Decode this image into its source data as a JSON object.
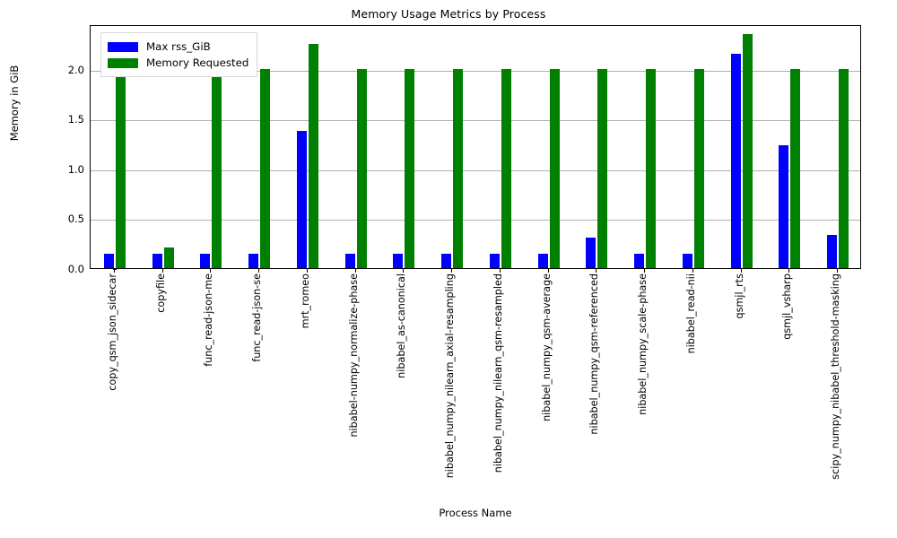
{
  "chart_data": {
    "type": "bar",
    "title": "Memory Usage Metrics by Process",
    "xlabel": "Process Name",
    "ylabel": "Memory in GiB",
    "ylim": [
      0.0,
      2.45
    ],
    "yticks": [
      "0.0",
      "0.5",
      "1.0",
      "1.5",
      "2.0"
    ],
    "ytick_values": [
      0.0,
      0.5,
      1.0,
      1.5,
      2.0
    ],
    "grid": true,
    "legend_position": "upper left",
    "categories": [
      "copy_qsm_json_sidecar",
      "copyfile",
      "func_read-json-me",
      "func_read-json-se",
      "mrt_romeo",
      "nibabel-numpy_normalize-phase",
      "nibabel_as-canonical",
      "nibabel_numpy_nilearn_axial-resampling",
      "nibabel_numpy_nilearn_qsm-resampled",
      "nibabel_numpy_qsm-average",
      "nibabel_numpy_qsm-referenced",
      "nibabel_numpy_scale-phase",
      "nibabel_read-nii",
      "qsmjl_rts",
      "qsmjl_vsharp",
      "scipy_numpy_nibabel_threshold-masking"
    ],
    "series": [
      {
        "name": "Max rss_GiB",
        "color": "#0000ff",
        "values": [
          0.145,
          0.145,
          0.145,
          0.145,
          1.375,
          0.145,
          0.145,
          0.145,
          0.145,
          0.145,
          0.305,
          0.145,
          0.145,
          2.15,
          1.23,
          0.33
        ]
      },
      {
        "name": "Memory Requested",
        "color": "#008000",
        "values": [
          2.0,
          0.21,
          2.0,
          2.0,
          2.25,
          2.0,
          2.0,
          2.0,
          2.0,
          2.0,
          2.0,
          2.0,
          2.0,
          2.35,
          2.0,
          2.0
        ]
      }
    ]
  },
  "legend": {
    "items": [
      {
        "label": "Max rss_GiB",
        "color": "#0000ff"
      },
      {
        "label": "Memory Requested",
        "color": "#008000"
      }
    ]
  }
}
